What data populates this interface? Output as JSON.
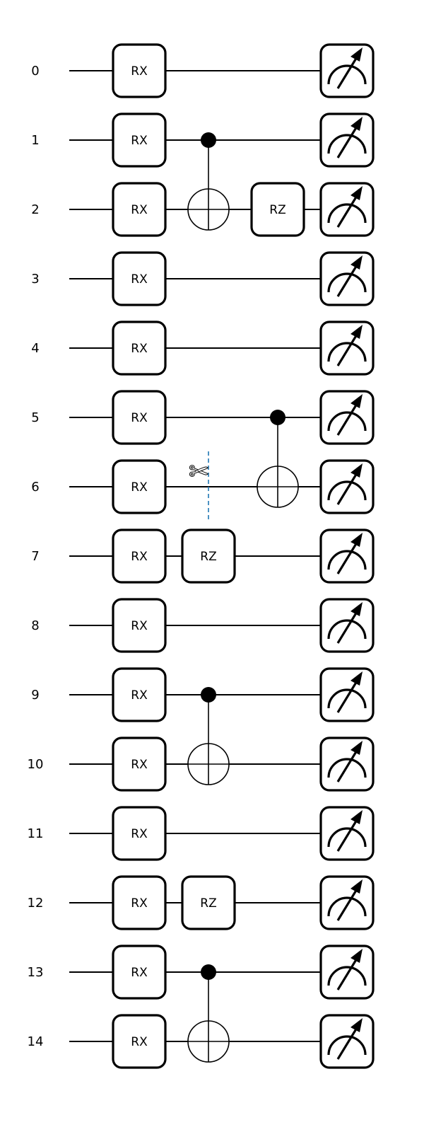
{
  "circuit": {
    "wires": [
      "0",
      "1",
      "2",
      "3",
      "4",
      "5",
      "6",
      "7",
      "8",
      "9",
      "10",
      "11",
      "12",
      "13",
      "14"
    ],
    "layers": [
      [
        {
          "type": "gate",
          "label": "RX",
          "wire": 0
        },
        {
          "type": "gate",
          "label": "RX",
          "wire": 1
        },
        {
          "type": "gate",
          "label": "RX",
          "wire": 2
        },
        {
          "type": "gate",
          "label": "RX",
          "wire": 3
        },
        {
          "type": "gate",
          "label": "RX",
          "wire": 4
        },
        {
          "type": "gate",
          "label": "RX",
          "wire": 5
        },
        {
          "type": "gate",
          "label": "RX",
          "wire": 6
        },
        {
          "type": "gate",
          "label": "RX",
          "wire": 7
        },
        {
          "type": "gate",
          "label": "RX",
          "wire": 8
        },
        {
          "type": "gate",
          "label": "RX",
          "wire": 9
        },
        {
          "type": "gate",
          "label": "RX",
          "wire": 10
        },
        {
          "type": "gate",
          "label": "RX",
          "wire": 11
        },
        {
          "type": "gate",
          "label": "RX",
          "wire": 12
        },
        {
          "type": "gate",
          "label": "RX",
          "wire": 13
        },
        {
          "type": "gate",
          "label": "RX",
          "wire": 14
        }
      ],
      [
        {
          "type": "cnot",
          "control": 1,
          "target": 2
        },
        {
          "type": "cut",
          "wire": 6
        },
        {
          "type": "gate",
          "label": "RZ",
          "wire": 7
        },
        {
          "type": "cnot",
          "control": 9,
          "target": 10
        },
        {
          "type": "gate",
          "label": "RZ",
          "wire": 12
        },
        {
          "type": "cnot",
          "control": 13,
          "target": 14
        }
      ],
      [
        {
          "type": "gate",
          "label": "RZ",
          "wire": 2
        },
        {
          "type": "cnot",
          "control": 5,
          "target": 6
        }
      ],
      [
        {
          "type": "measure",
          "wire": 0
        },
        {
          "type": "measure",
          "wire": 1
        },
        {
          "type": "measure",
          "wire": 2
        },
        {
          "type": "measure",
          "wire": 3
        },
        {
          "type": "measure",
          "wire": 4
        },
        {
          "type": "measure",
          "wire": 5
        },
        {
          "type": "measure",
          "wire": 6
        },
        {
          "type": "measure",
          "wire": 7
        },
        {
          "type": "measure",
          "wire": 8
        },
        {
          "type": "measure",
          "wire": 9
        },
        {
          "type": "measure",
          "wire": 10
        },
        {
          "type": "measure",
          "wire": 11
        },
        {
          "type": "measure",
          "wire": 12
        },
        {
          "type": "measure",
          "wire": 13
        },
        {
          "type": "measure",
          "wire": 14
        }
      ]
    ],
    "colors": {
      "line": "#000000",
      "cut": "#1f77b4",
      "gate_fill": "#ffffff"
    },
    "icons": {
      "measure": "meter-icon",
      "cut": "scissors-icon"
    }
  }
}
